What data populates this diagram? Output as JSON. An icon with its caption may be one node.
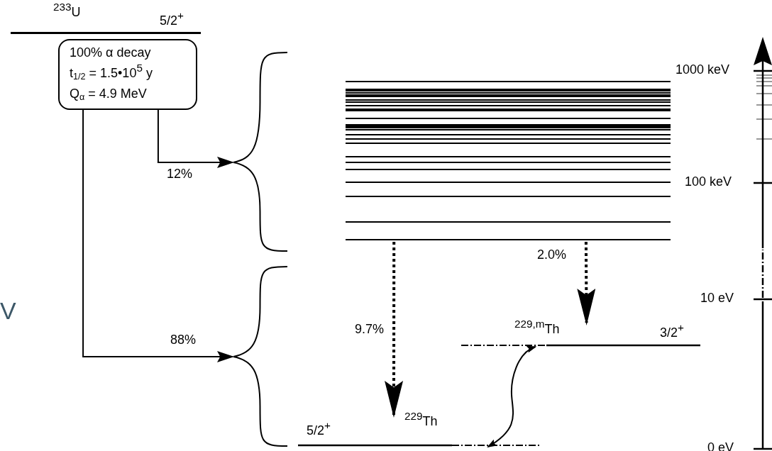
{
  "diagram": {
    "nodes": [
      {
        "text": [
          "$^{233}$U",
          "5/2$^{+}$"
        ]
      },
      {
        "text": [
          "100% α decay",
          "t$_{1/2}$ = 1.5•10$^{5}$ y",
          "Q$_{α}$ = 4.9 MeV"
        ]
      },
      {
        "text": [],
        "shape": "brace"
      },
      {
        "text": [],
        "shape": "brace"
      },
      {
        "text": [],
        "shape": "bar"
      },
      {
        "text": [
          "$^{229,m}$Th",
          "3/2$^{+}$"
        ]
      },
      {
        "text": [
          "5/2$^{+}$",
          "$^{229}$Th"
        ]
      }
    ],
    "edges": [
      {
        "from": 1,
        "to": 2,
        "arrow": "to",
        "label": "12%"
      },
      {
        "from": 1,
        "to": 3,
        "arrow": "to",
        "label": "88%"
      },
      {
        "from": 4,
        "to": 6,
        "arrow": "to",
        "label": "9.7%",
        "style": "dashed"
      },
      {
        "from": 4,
        "to": 5,
        "arrow": "to",
        "label": "2.0%",
        "style": "dashed"
      },
      {
        "from": 6,
        "to": 5,
        "arrow": "both"
      }
    ],
    "labels": [
      "1000 keV",
      "100 keV",
      "10 eV",
      "V",
      "0 eV"
    ]
  }
}
